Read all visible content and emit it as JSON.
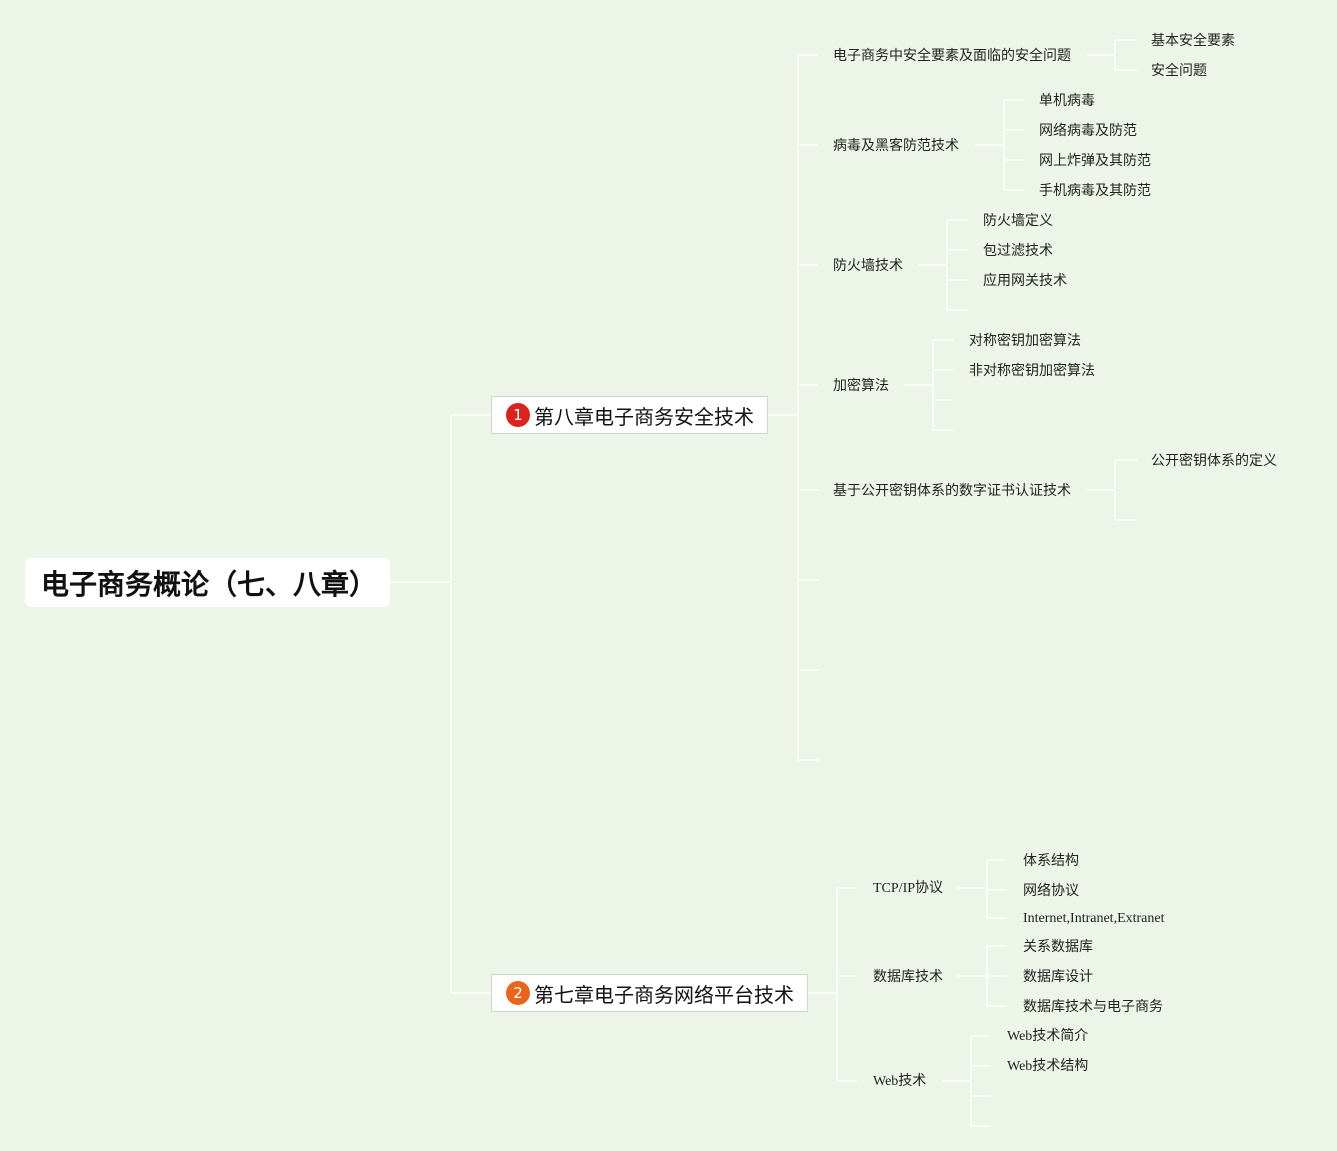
{
  "colors": {
    "background": "#edf5e8",
    "line": "#ffffff",
    "marker1": "#d8241c",
    "marker2": "#e8651e"
  },
  "root": {
    "title": "电子商务概论（七、八章）"
  },
  "chapter8": {
    "marker": "1",
    "title": "第八章电子商务安全技术",
    "topics": [
      {
        "label": "电子商务中安全要素及面临的安全问题",
        "children": [
          "基本安全要素",
          "安全问题"
        ]
      },
      {
        "label": "病毒及黑客防范技术",
        "children": [
          "单机病毒",
          "网络病毒及防范",
          "网上炸弹及其防范",
          "手机病毒及其防范"
        ]
      },
      {
        "label": "防火墙技术",
        "children": [
          "防火墙定义",
          "包过滤技术",
          "应用网关技术"
        ]
      },
      {
        "label": "加密算法",
        "children": [
          "对称密钥加密算法",
          "非对称密钥加密算法"
        ]
      },
      {
        "label": "基于公开密钥体系的数字证书认证技术",
        "children": [
          "公开密钥体系的定义"
        ]
      }
    ]
  },
  "chapter7": {
    "marker": "2",
    "title": "第七章电子商务网络平台技术",
    "topics": [
      {
        "label": "TCP/IP协议",
        "children": [
          "体系结构",
          "网络协议",
          "Internet,Intranet,Extranet"
        ]
      },
      {
        "label": "数据库技术",
        "children": [
          "关系数据库",
          "数据库设计",
          "数据库技术与电子商务"
        ]
      },
      {
        "label": "Web技术",
        "children": [
          "Web技术简介",
          "Web技术结构"
        ]
      }
    ]
  }
}
